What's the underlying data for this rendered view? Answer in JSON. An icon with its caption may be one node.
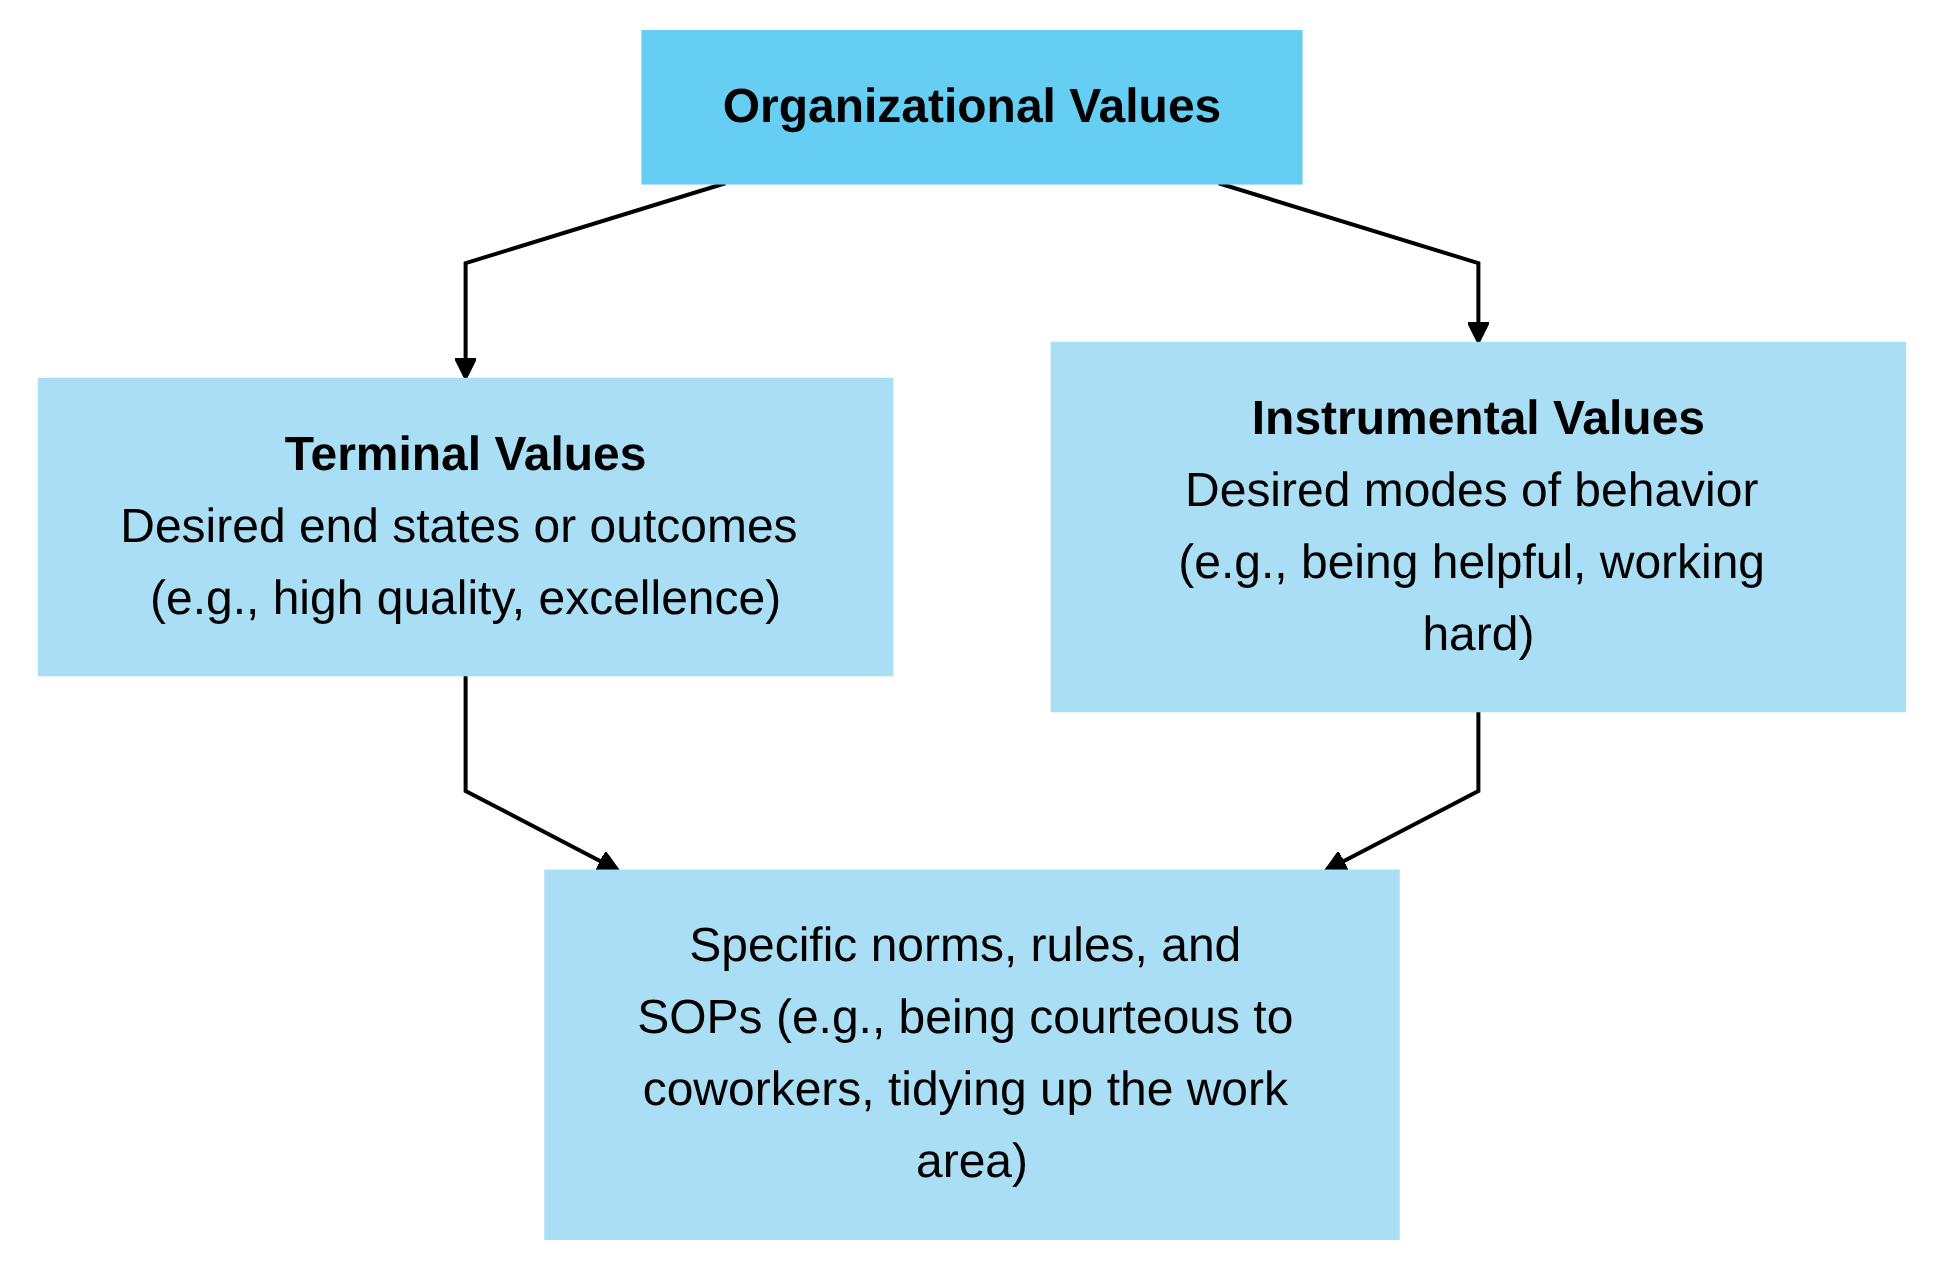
{
  "diagram": {
    "nodes": [
      {
        "text": [
          "Organizational Values"
        ]
      },
      {
        "text": [
          "Terminal Values",
          "Desired end states or outcomes (e.g., high quality, excellence)"
        ]
      },
      {
        "text": [
          "Instrumental Values",
          "Desired modes of behavior (e.g., being helpful, working hard)"
        ]
      },
      {
        "text": [
          "Specific norms, rules, and SOPs (e.g., being courteous to coworkers, tidying up the work area)"
        ]
      }
    ],
    "edges": [
      {
        "from": 0,
        "to": 1,
        "arrow": "to"
      },
      {
        "from": 0,
        "to": 2,
        "arrow": "to"
      },
      {
        "from": 1,
        "to": 3,
        "arrow": "to"
      },
      {
        "from": 2,
        "to": 3,
        "arrow": "to"
      }
    ]
  }
}
